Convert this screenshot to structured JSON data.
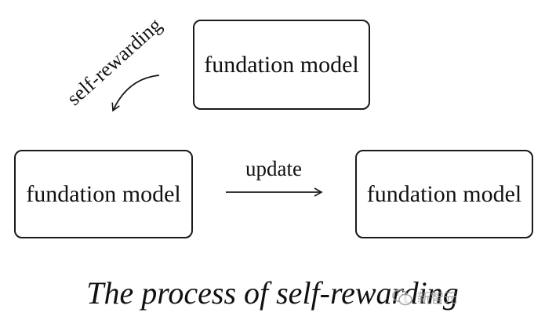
{
  "diagram": {
    "top_box_label": "fundation model",
    "left_box_label": "fundation model",
    "right_box_label": "fundation model",
    "self_rewarding_label": "self-rewarding",
    "update_label": "update",
    "caption": "The process of self-rewarding"
  },
  "watermark": {
    "text": "新智元",
    "icon": "wechat-icon"
  }
}
